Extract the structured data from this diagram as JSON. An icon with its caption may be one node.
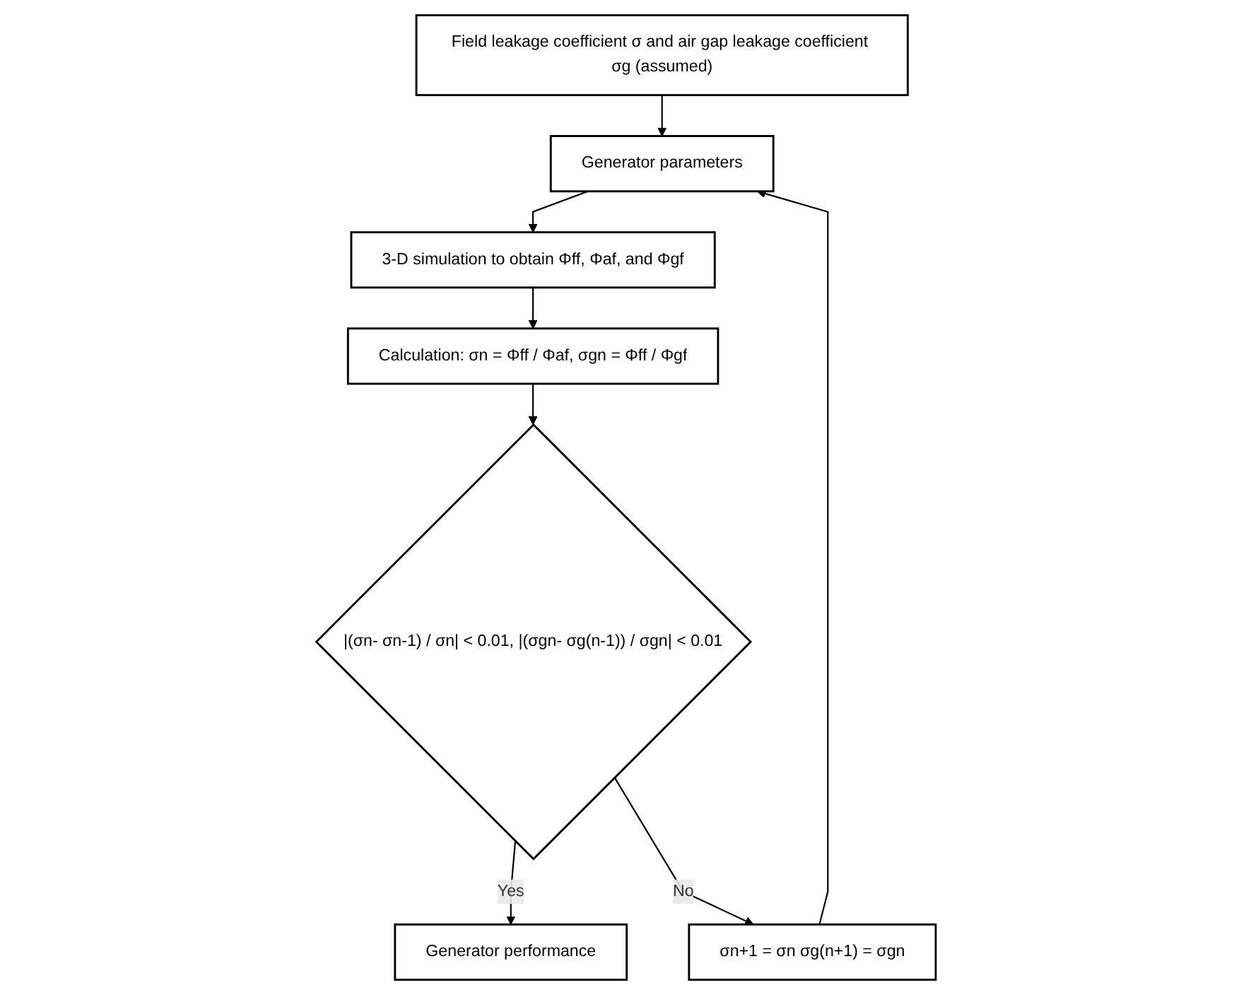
{
  "diagram": {
    "nodes": [
      {
        "text": [
          "Field leakage coefficient σ and air gap leakage coefficient σg (assumed)"
        ]
      },
      {
        "text": [
          "Generator parameters"
        ]
      },
      {
        "text": [
          "3-D simulation to obtain Φff, Φaf, and Φgf"
        ]
      },
      {
        "text": [
          "Calculation: σn = Φff / Φaf, σgn = Φff / Φgf"
        ]
      },
      {
        "text": [
          "|(σn- σn-1) / σn| < 0.01, |(σgn- σg(n-1)) / σgn| < 0.01"
        ]
      },
      {
        "text": [
          "Generator performance"
        ]
      },
      {
        "text": [
          "σn+1 = σn σg(n+1) = σgn"
        ]
      }
    ],
    "edges": [
      {
        "from": 0,
        "to": 1,
        "arrow": "to"
      },
      {
        "from": 1,
        "to": 2,
        "arrow": "to"
      },
      {
        "from": 2,
        "to": 3,
        "arrow": "to"
      },
      {
        "from": 3,
        "to": 4,
        "arrow": "to"
      },
      {
        "from": 4,
        "to": 5,
        "arrow": "to",
        "label": "Yes"
      },
      {
        "from": 4,
        "to": 6,
        "arrow": "to",
        "label": "No"
      },
      {
        "from": 6,
        "to": 1,
        "arrow": "to"
      }
    ]
  }
}
